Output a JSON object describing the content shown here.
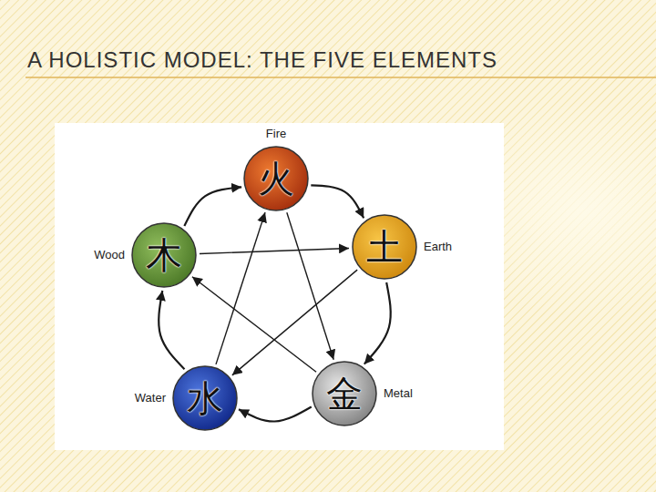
{
  "diagram": {
    "title": "A HOLISTIC MODEL: THE FIVE ELEMENTS",
    "nodes": [
      {
        "text": [
          "Fire",
          "火"
        ]
      },
      {
        "text": [
          "Earth",
          "土"
        ]
      },
      {
        "text": [
          "Metal",
          "金"
        ]
      },
      {
        "text": [
          "Water",
          "水"
        ]
      },
      {
        "text": [
          "Wood",
          "木"
        ]
      }
    ],
    "edges": [
      {
        "from": 0,
        "to": 1,
        "arrow": "to"
      },
      {
        "from": 1,
        "to": 2,
        "arrow": "to"
      },
      {
        "from": 2,
        "to": 3,
        "arrow": "to"
      },
      {
        "from": 3,
        "to": 4,
        "arrow": "to"
      },
      {
        "from": 4,
        "to": 0,
        "arrow": "to"
      },
      {
        "from": 0,
        "to": 2,
        "arrow": "to"
      },
      {
        "from": 2,
        "to": 4,
        "arrow": "to"
      },
      {
        "from": 4,
        "to": 1,
        "arrow": "to"
      },
      {
        "from": 1,
        "to": 3,
        "arrow": "to"
      },
      {
        "from": 3,
        "to": 0,
        "arrow": "to"
      }
    ]
  }
}
